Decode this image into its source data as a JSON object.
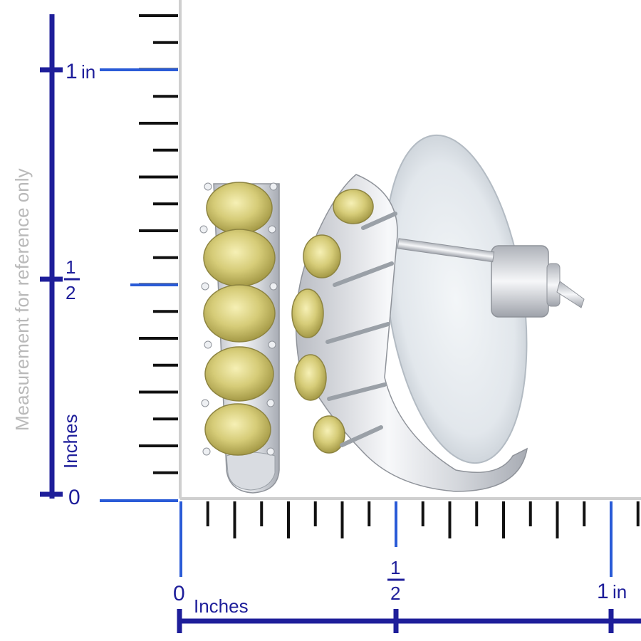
{
  "ruler": {
    "reference_note": "Measurement for reference only",
    "vertical": {
      "unit_label": "Inches",
      "label_zero": "0",
      "label_half_num": "1",
      "label_half_den": "2",
      "label_one": "1",
      "label_one_unit": "in"
    },
    "horizontal": {
      "unit_label": "Inches",
      "label_zero": "0",
      "label_half_num": "1",
      "label_half_den": "2",
      "label_one": "1",
      "label_one_unit": "in"
    }
  },
  "colors": {
    "ruler_navy": "#1e1e9a",
    "ruler_blue": "#2a5bd7",
    "tick_black": "#111111",
    "grid_line_gray": "#cfcfcf",
    "gem_citrine": "#d8cf7a",
    "metal_silver": "#e4e6ea"
  },
  "product": {
    "name_icon": "earring-photo"
  }
}
